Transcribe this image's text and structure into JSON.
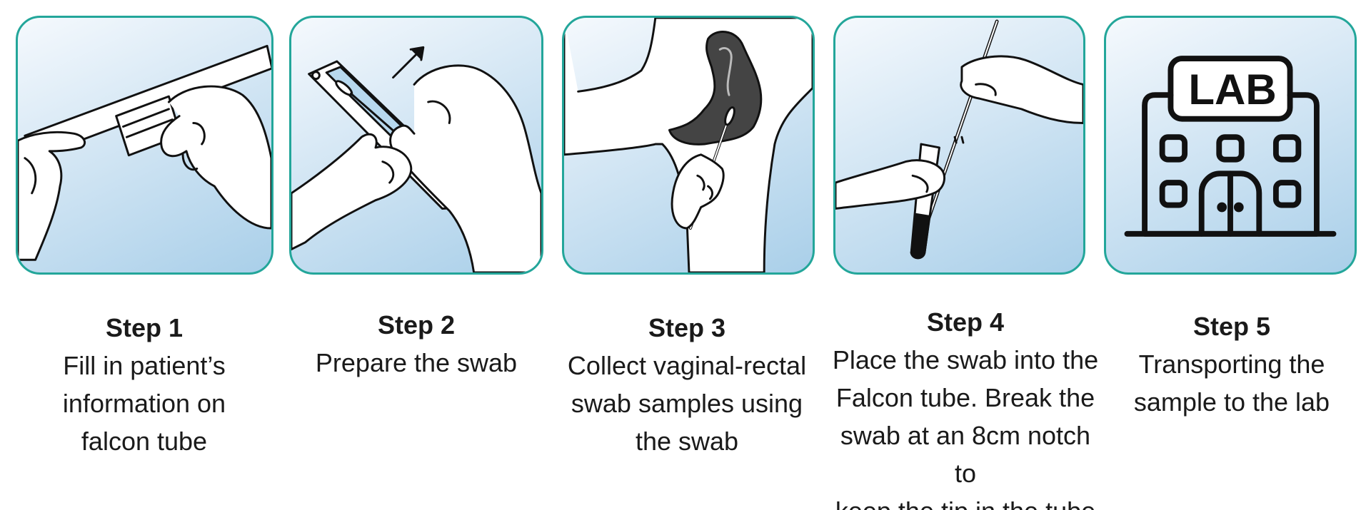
{
  "colors": {
    "panel_border": "#23a69a",
    "panel_gradient_light": "#f5f9fd",
    "panel_gradient_dark": "#a9cfe9",
    "line_art": "#111111",
    "text": "#1a1a1a"
  },
  "steps": [
    {
      "title": "Step 1",
      "lines": [
        "Fill in patient’s",
        "information on",
        "falcon tube"
      ],
      "icon": "hands-labeling-tube-icon"
    },
    {
      "title": "Step 2",
      "lines": [
        "Prepare the swab"
      ],
      "icon": "hands-opening-swab-package-icon"
    },
    {
      "title": "Step 3",
      "lines": [
        "Collect vaginal-rectal",
        "swab samples using",
        "the swab"
      ],
      "icon": "swab-collection-icon"
    },
    {
      "title": "Step 4",
      "lines": [
        "Place the swab into the",
        "Falcon tube. Break the",
        "swab at an 8cm notch to",
        "keep the tip in the tube"
      ],
      "icon": "swab-into-tube-icon"
    },
    {
      "title": "Step 5",
      "lines": [
        "Transporting the",
        "sample to the lab"
      ],
      "icon": "lab-building-icon",
      "icon_text": "LAB"
    }
  ]
}
